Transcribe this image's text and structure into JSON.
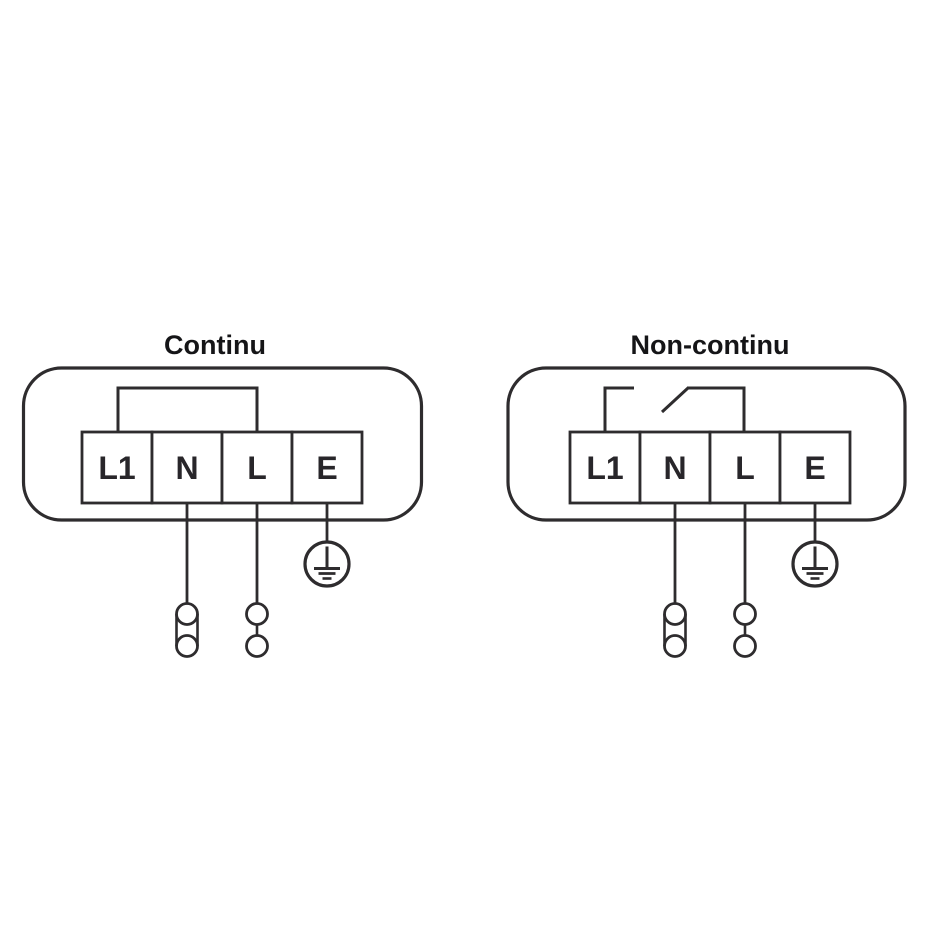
{
  "page": {
    "type": "wiring-diagram",
    "background_color": "#ffffff",
    "line_color": "#2e2c2e",
    "title_color": "#151517",
    "label_color": "#28262a"
  },
  "diagrams": [
    {
      "title": "Continu",
      "terminals": [
        "L1",
        "N",
        "L",
        "E"
      ],
      "bridge_type": "solid-link-L1-to-L",
      "icons": [
        "earth-icon",
        "double-circle-connector-icon",
        "single-circle-connector-icon"
      ]
    },
    {
      "title": "Non-continu",
      "terminals": [
        "L1",
        "N",
        "L",
        "E"
      ],
      "bridge_type": "open-switch-L1-to-L",
      "icons": [
        "earth-icon",
        "double-circle-connector-icon",
        "single-circle-connector-icon"
      ]
    }
  ]
}
